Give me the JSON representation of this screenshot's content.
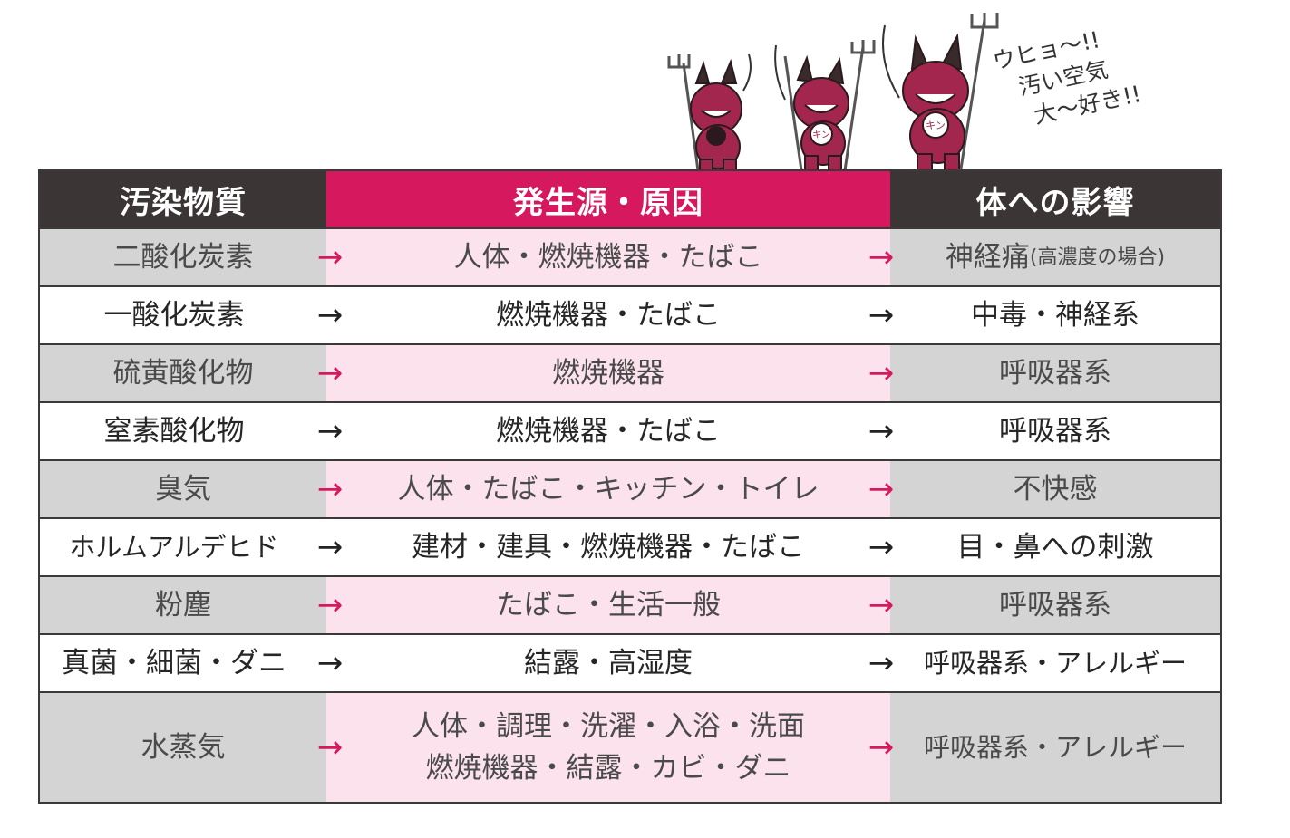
{
  "speech": [
    "ウヒョ〜!!",
    "汚い空気",
    "大〜好き!!"
  ],
  "mascot_badges": [
    "キン",
    "キン"
  ],
  "headers": {
    "pollutant": "汚染物質",
    "source": "発生源・原因",
    "effect": "体への影響"
  },
  "arrow": "→",
  "rows": [
    {
      "pollutant": "二酸化炭素",
      "source": "人体・燃焼機器・たばこ",
      "effect": "神経痛",
      "effect_note": "(高濃度の場合)"
    },
    {
      "pollutant": "一酸化炭素",
      "source": "燃焼機器・たばこ",
      "effect": "中毒・神経系"
    },
    {
      "pollutant": "硫黄酸化物",
      "source": "燃焼機器",
      "effect": "呼吸器系"
    },
    {
      "pollutant": "窒素酸化物",
      "source": "燃焼機器・たばこ",
      "effect": "呼吸器系"
    },
    {
      "pollutant": "臭気",
      "source": "人体・たばこ・キッチン・トイレ",
      "effect": "不快感"
    },
    {
      "pollutant": "ホルムアルデヒド",
      "source": "建材・建具・燃焼機器・たばこ",
      "effect": "目・鼻への刺激"
    },
    {
      "pollutant": "粉塵",
      "source": "たばこ・生活一般",
      "effect": "呼吸器系"
    },
    {
      "pollutant": "真菌・細菌・ダニ",
      "source": "結露・高湿度",
      "effect": "呼吸器系・アレルギー"
    },
    {
      "pollutant": "水蒸気",
      "source_line1": "人体・調理・洗濯・入浴・洗面",
      "source_line2": "燃焼機器・結露・カビ・ダニ",
      "effect": "呼吸器系・アレルギー"
    }
  ],
  "colors": {
    "accent": "#d6195e",
    "header_dark": "#3b3535",
    "gray_band": "#d4d4d4",
    "pink_band": "#fbe2ec",
    "mascot": "#a3264e"
  }
}
